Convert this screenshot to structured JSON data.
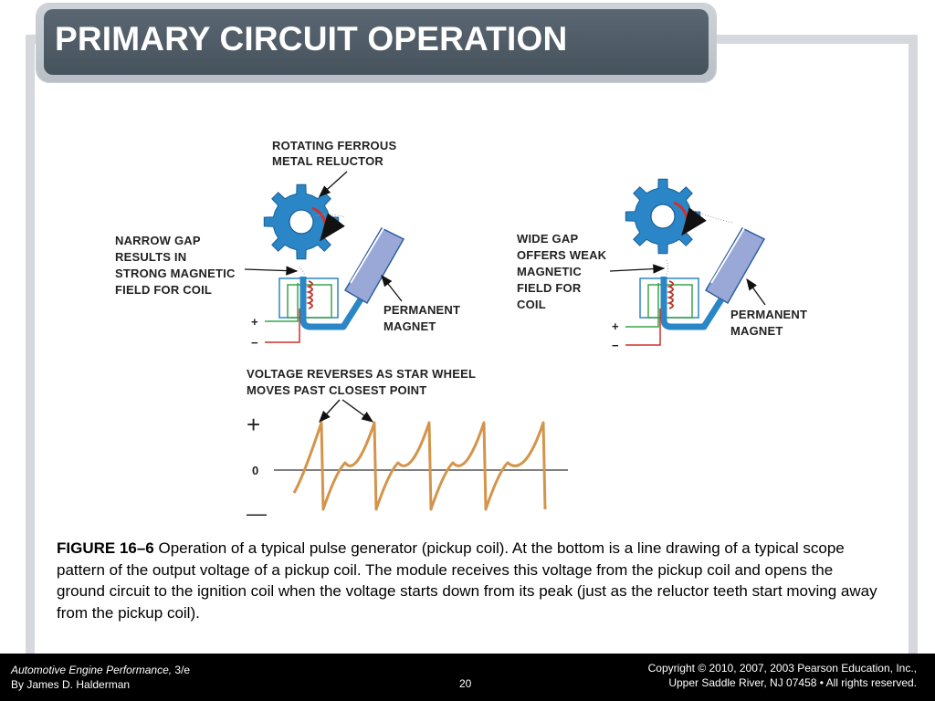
{
  "slide": {
    "title": "PRIMARY CIRCUIT OPERATION"
  },
  "diagram": {
    "left": {
      "reluctor_label": [
        "ROTATING FERROUS",
        "METAL RELUCTOR"
      ],
      "gap_label": [
        "NARROW GAP",
        "RESULTS IN",
        "STRONG MAGNETIC",
        "FIELD FOR COIL"
      ],
      "magnet_label": [
        "PERMANENT",
        "MAGNET"
      ]
    },
    "right": {
      "gap_label": [
        "WIDE GAP",
        "OFFERS WEAK",
        "MAGNETIC",
        "FIELD FOR",
        "COIL"
      ],
      "magnet_label": [
        "PERMANENT",
        "MAGNET"
      ]
    },
    "terminals": {
      "plus": "+",
      "minus": "−"
    },
    "scope": {
      "label": [
        "VOLTAGE REVERSES AS STAR WHEEL",
        "MOVES PAST CLOSEST POINT"
      ],
      "plus": "+",
      "zero": "0",
      "minus": "—"
    },
    "colors": {
      "reluctor": "#2a86c6",
      "magnet": "#9aa8d8",
      "coil": "#c0392b",
      "wire_plus": "#3aa34a",
      "wire_minus": "#d0302a",
      "waveform": "#d4944a"
    }
  },
  "caption": {
    "figure": "FIGURE 16–6",
    "text": " Operation of a typical pulse generator (pickup coil). At the bottom is a line drawing of a typical scope pattern of the output voltage of a pickup coil. The module receives this voltage from the pickup coil and opens the ground circuit to the ignition coil when the voltage starts down from its peak (just as the reluctor teeth start moving away from the pickup coil)."
  },
  "footer": {
    "book_title": "Automotive Engine Performance,",
    "edition": " 3/e",
    "author": "By James D. Halderman",
    "page_number": "20",
    "copyright_line1": "Copyright © 2010, 2007, 2003 Pearson Education, Inc.,",
    "copyright_line2": "Upper Saddle River, NJ 07458 • All rights reserved."
  }
}
